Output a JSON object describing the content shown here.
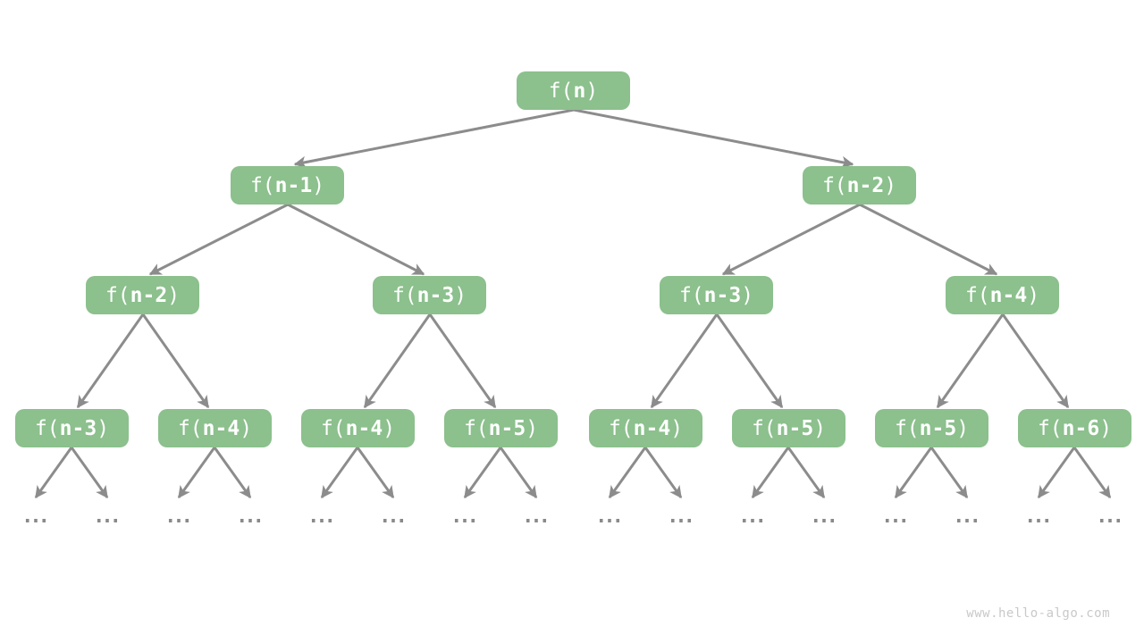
{
  "diagram": {
    "type": "recursion-tree",
    "ellipsis": "...",
    "watermark": "www.hello-algo.com",
    "nodes": [
      {
        "id": "root",
        "level": 0,
        "label": "f(n)",
        "pre": "f(",
        "arg": "n",
        "post": ")"
      },
      {
        "id": "l1-0",
        "level": 1,
        "label": "f(n-1)",
        "pre": "f(",
        "arg": "n-1",
        "post": ")"
      },
      {
        "id": "l1-1",
        "level": 1,
        "label": "f(n-2)",
        "pre": "f(",
        "arg": "n-2",
        "post": ")"
      },
      {
        "id": "l2-0",
        "level": 2,
        "label": "f(n-2)",
        "pre": "f(",
        "arg": "n-2",
        "post": ")"
      },
      {
        "id": "l2-1",
        "level": 2,
        "label": "f(n-3)",
        "pre": "f(",
        "arg": "n-3",
        "post": ")"
      },
      {
        "id": "l2-2",
        "level": 2,
        "label": "f(n-3)",
        "pre": "f(",
        "arg": "n-3",
        "post": ")"
      },
      {
        "id": "l2-3",
        "level": 2,
        "label": "f(n-4)",
        "pre": "f(",
        "arg": "n-4",
        "post": ")"
      },
      {
        "id": "l3-0",
        "level": 3,
        "label": "f(n-3)",
        "pre": "f(",
        "arg": "n-3",
        "post": ")"
      },
      {
        "id": "l3-1",
        "level": 3,
        "label": "f(n-4)",
        "pre": "f(",
        "arg": "n-4",
        "post": ")"
      },
      {
        "id": "l3-2",
        "level": 3,
        "label": "f(n-4)",
        "pre": "f(",
        "arg": "n-4",
        "post": ")"
      },
      {
        "id": "l3-3",
        "level": 3,
        "label": "f(n-5)",
        "pre": "f(",
        "arg": "n-5",
        "post": ")"
      },
      {
        "id": "l3-4",
        "level": 3,
        "label": "f(n-4)",
        "pre": "f(",
        "arg": "n-4",
        "post": ")"
      },
      {
        "id": "l3-5",
        "level": 3,
        "label": "f(n-5)",
        "pre": "f(",
        "arg": "n-5",
        "post": ")"
      },
      {
        "id": "l3-6",
        "level": 3,
        "label": "f(n-5)",
        "pre": "f(",
        "arg": "n-5",
        "post": ")"
      },
      {
        "id": "l3-7",
        "level": 3,
        "label": "f(n-6)",
        "pre": "f(",
        "arg": "n-6",
        "post": ")"
      }
    ]
  },
  "colors": {
    "node_fill": "#8cc08d",
    "node_text": "#ffffff",
    "arrow_color": "#8c8c8c",
    "ellipsis_color": "#8a8a8a",
    "watermark_color": "#c9c9c9",
    "background": "#ffffff"
  }
}
